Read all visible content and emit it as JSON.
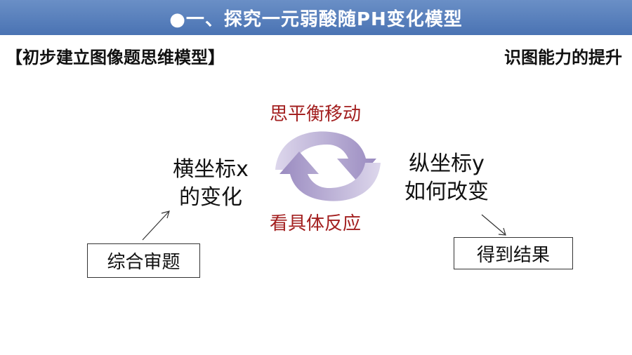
{
  "header": {
    "title": "●一、探究一元弱酸随PH变化模型"
  },
  "subtitle_left": "【初步建立图像题思维模型】",
  "subtitle_right": "识图能力的提升",
  "cycle": {
    "top_label": "思平衡移动",
    "bottom_label": "看具体反应",
    "left_line1": "横坐标x",
    "left_line2": "的变化",
    "right_line1": "纵坐标y",
    "right_line2": "如何改变"
  },
  "boxes": {
    "left": "综合审题",
    "right": "得到结果"
  },
  "colors": {
    "title_bar": "#4a73b3",
    "accent_red": "#a32020",
    "cycle_arrows": "#a89ac7"
  },
  "icons": {
    "cycle": "refresh-cycle-icon",
    "pointer_left": "arrow-up-right-icon",
    "pointer_right": "arrow-down-right-icon"
  }
}
